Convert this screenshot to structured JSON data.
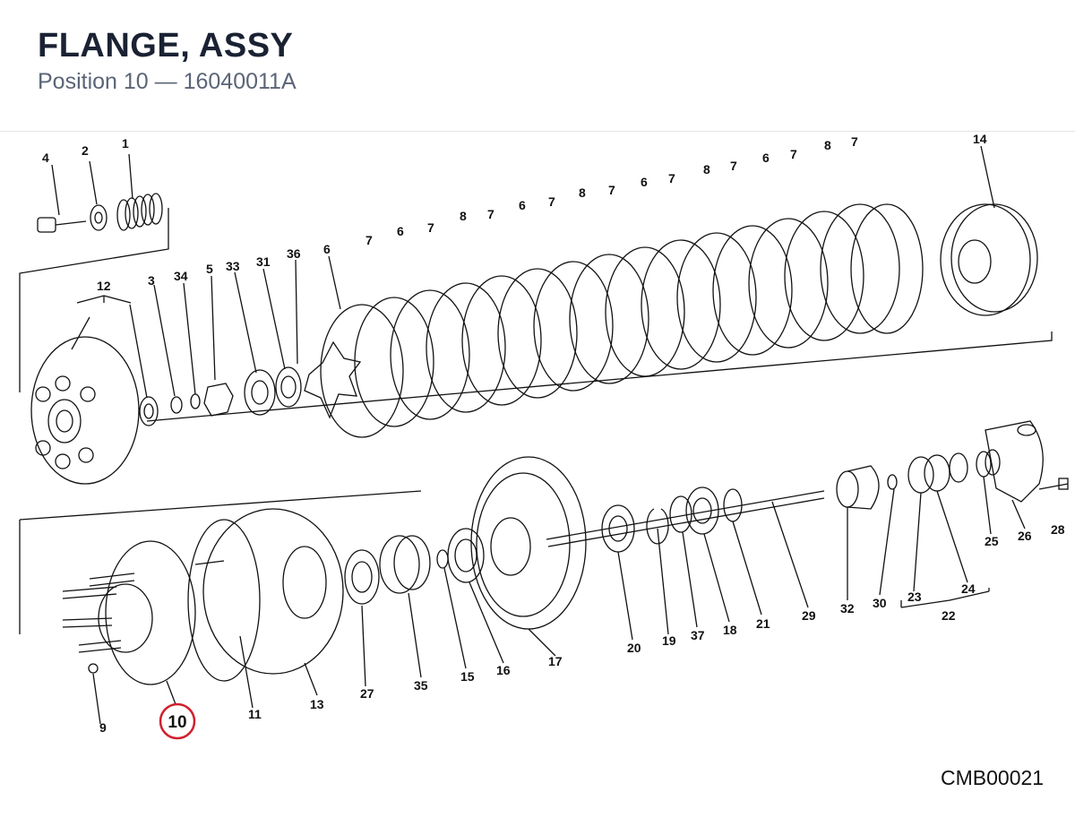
{
  "header": {
    "title": "FLANGE, ASSY",
    "subtitle": "Position 10 — 16040011A"
  },
  "diagram": {
    "reference": "CMB00021",
    "highlight": {
      "label": "10",
      "color": "#d0202e"
    },
    "labels": {
      "l1": "1",
      "l2": "2",
      "l3": "3",
      "l4": "4",
      "l5": "5",
      "l6": "6",
      "l7": "7",
      "l8": "8",
      "l9": "9",
      "l11": "11",
      "l12": "12",
      "l13": "13",
      "l14": "14",
      "l15": "15",
      "l16": "16",
      "l17": "17",
      "l18": "18",
      "l19": "19",
      "l20": "20",
      "l21": "21",
      "l22": "22",
      "l23": "23",
      "l24": "24",
      "l25": "25",
      "l26": "26",
      "l27": "27",
      "l28": "28",
      "l29": "29",
      "l30": "30",
      "l31": "31",
      "l32": "32",
      "l33": "33",
      "l34": "34",
      "l35": "35",
      "l36": "36",
      "l37": "37"
    }
  }
}
